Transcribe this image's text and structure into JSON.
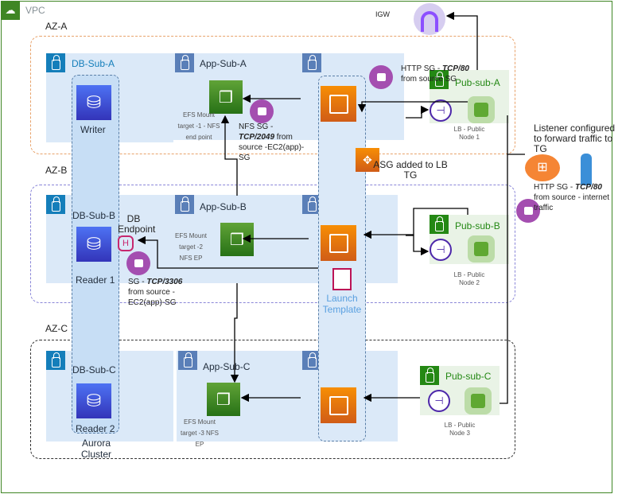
{
  "vpc": {
    "label": "VPC"
  },
  "igw": {
    "label": "IGW"
  },
  "azs": [
    {
      "label": "AZ-A"
    },
    {
      "label": "AZ-B"
    },
    {
      "label": "AZ-C"
    }
  ],
  "db_subnets": [
    {
      "label": "DB-Sub-A",
      "role": "Writer"
    },
    {
      "label": "DB-Sub-B",
      "role": "Reader 1"
    },
    {
      "label": "DB-Sub-C",
      "role": "Reader 2"
    }
  ],
  "cluster_label": "Aurora Cluster",
  "app_subnets": [
    "App-Sub-A",
    "App-Sub-B",
    "App-Sub-C"
  ],
  "efs": [
    "EFS Mount target -1 - NFS end point",
    "EFS Mount target -2 NFS EP",
    "EFS Mount target -3 NFS EP"
  ],
  "pub_subnets": [
    "Pub-sub-A",
    "Pub-sub-B",
    "Pub-sub-C"
  ],
  "lb_nodes": [
    "LB - Public Node 1",
    "LB - Public Node 2",
    "LB - Public Node 3"
  ],
  "nfs_sg": {
    "prefix": "NFS SG - ",
    "port": "TCP/2049",
    "suffix": " from source -EC2(app)-SG"
  },
  "http_sg": {
    "prefix": "HTTP SG - ",
    "port": "TCP/80",
    "suffix": " from source SG"
  },
  "db_endpoint": "DB Endpoint",
  "db_sg": {
    "prefix": "SG - ",
    "port": "TCP/3306",
    "suffix": " from source - EC2(app)-SG"
  },
  "asg": "ASG added to LB TG",
  "launch_template": "Launch Template",
  "listener": "Listener configured to forward traffic to TG",
  "internet_sg": {
    "prefix": "HTTP SG - ",
    "port": "TCP/80",
    "suffix": " from source - internet traffic"
  }
}
